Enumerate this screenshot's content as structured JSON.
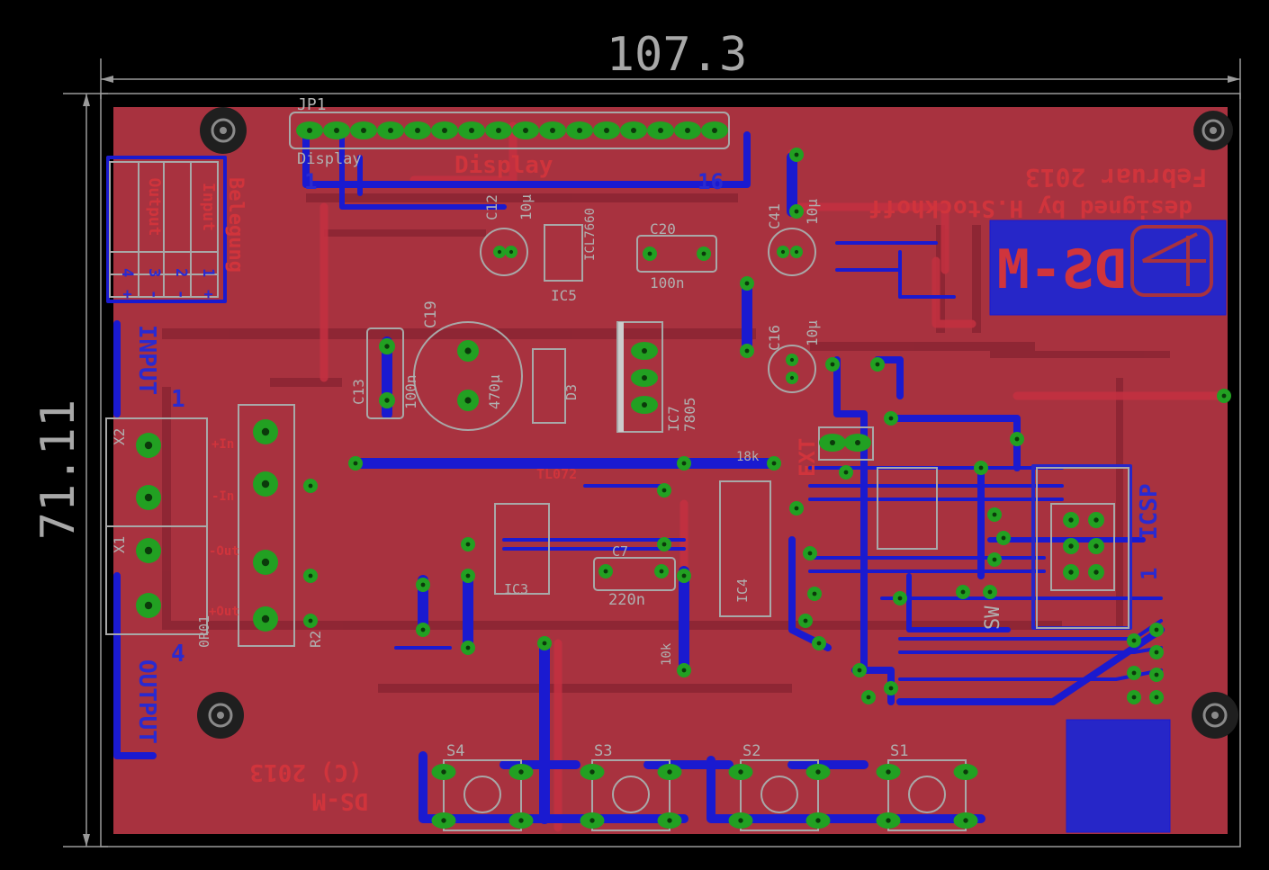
{
  "dimensions": {
    "width_label": "107.3",
    "height_label": "71.11"
  },
  "colors": {
    "background": "#000000",
    "copper_top": "#a8323f",
    "copper_bottom": "#2626c8",
    "pad": "#22a022",
    "silkscreen": "#b0b0b0",
    "dimension": "#a8a8a8"
  },
  "header": {
    "jp1": "JP1",
    "display_silk": "Display",
    "display_copper": "Display",
    "pin_first": "1",
    "pin_last": "16"
  },
  "credits": {
    "date": "Februar 2013",
    "designer": "designed by H.Stockhoff",
    "logo": "DS-M",
    "copyright": "(C) 2013",
    "copyright_logo": "DS-M"
  },
  "connectors": {
    "input_label": "INPUT",
    "output_label": "OUTPUT",
    "input_num": "1",
    "output_num": "4",
    "x1": "X1",
    "x2": "X2",
    "ext": "EXT",
    "icsp": "ICSP",
    "icsp_pin1": "1",
    "pin_plus_in": "+In",
    "pin_minus_in": "-In",
    "pin_minus_out": "-Out",
    "pin_plus_out": "+Out",
    "resistor_0r": "0R01",
    "r2": "R2"
  },
  "belegung": {
    "title": "Belegung",
    "col_input": "Input",
    "col_output": "Output",
    "rows": [
      [
        "1",
        "+"
      ],
      [
        "2",
        "-"
      ],
      [
        "3",
        "-"
      ],
      [
        "4",
        "+"
      ]
    ]
  },
  "components": {
    "c12": "C12",
    "c12_val": "10µ",
    "c20": "C20",
    "c20_val": "100n",
    "ic5": "IC5",
    "ic5_part": "ICL7660",
    "c41": "C41",
    "c41_val": "10µ",
    "c16": "C16",
    "c16_val": "10µ",
    "c19": "C19",
    "c19_val": "470µ",
    "c13": "C13",
    "c13_val": "100n",
    "d3": "D3",
    "ic7": "IC7",
    "ic7_part": "7805",
    "c7": "C7",
    "c7_val": "220n",
    "ic3": "IC3",
    "ic4": "IC4",
    "tl072": "TL072",
    "r18k": "18k",
    "r10k": "10k",
    "s1": "S1",
    "s2": "S2",
    "s3": "S3",
    "s4": "S4",
    "sw": "SW"
  }
}
